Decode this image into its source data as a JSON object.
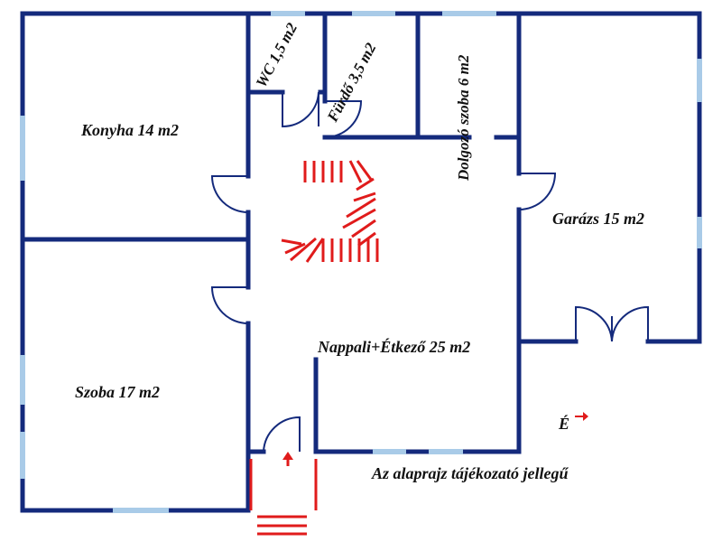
{
  "rooms": {
    "konyha": "Konyha 14 m2",
    "wc": "WC 1,5 m2",
    "furdo": "Fürdő 3,5 m2",
    "dolgozo": "Dolgozó szoba 6 m2",
    "garazs": "Garázs 15 m2",
    "szoba": "Szoba 17 m2",
    "nappali": "Nappali+Étkező 25 m2"
  },
  "compass_label": "É",
  "disclaimer": "Az alaprajz tájékozató jellegű",
  "colors": {
    "wall": "#142a7c",
    "window": "#a9cbe8",
    "stairs": "#e01b1b",
    "text": "#111111"
  }
}
